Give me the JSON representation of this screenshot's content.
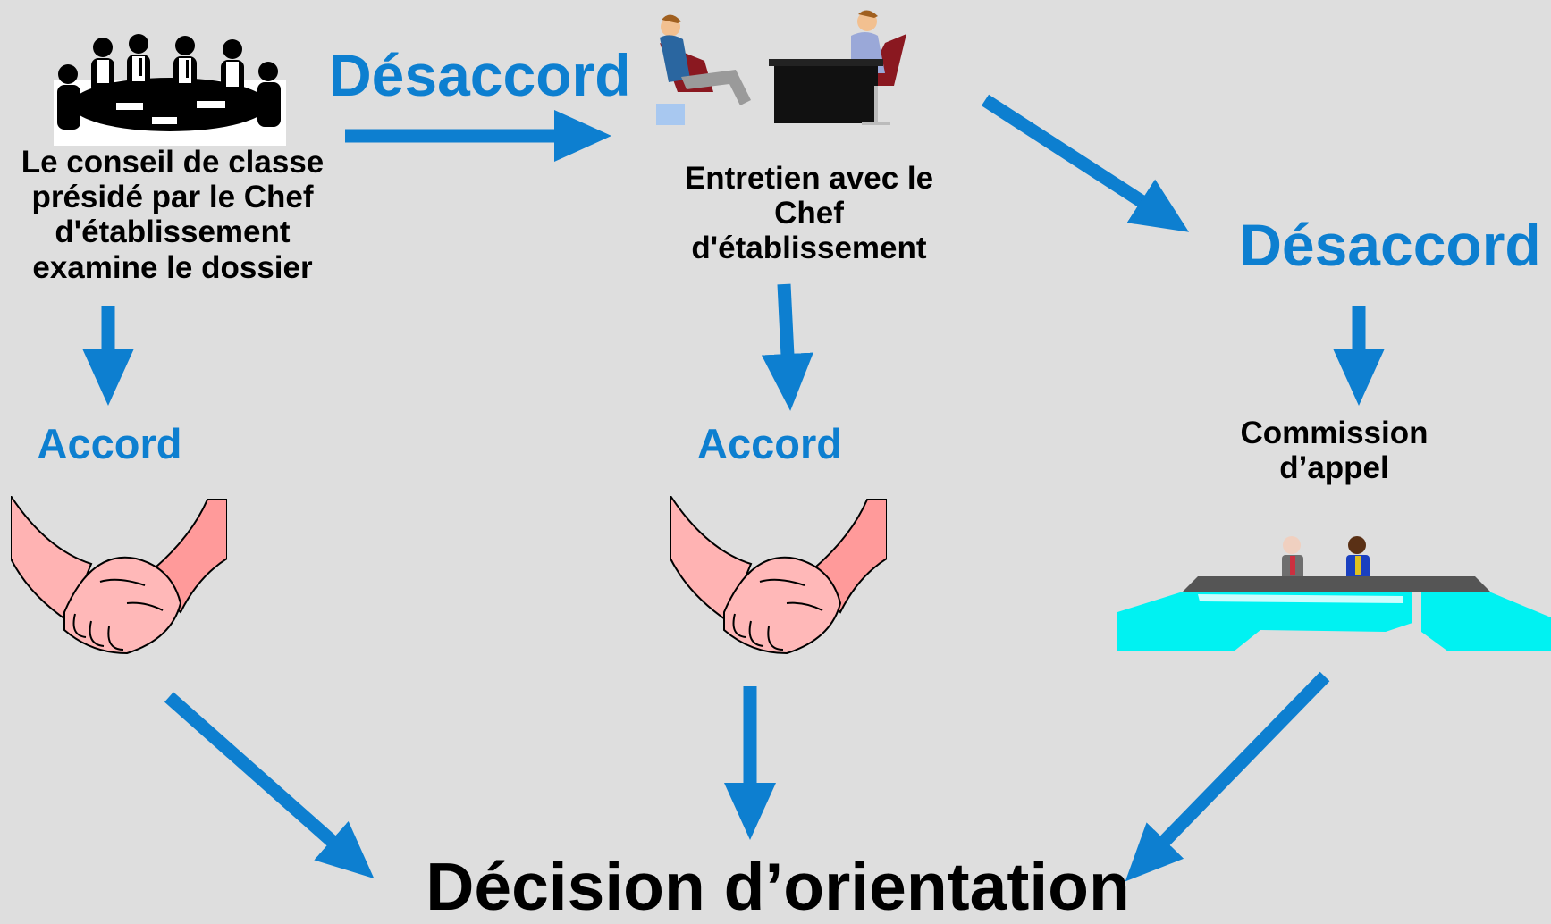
{
  "nodes": {
    "conseil": "Le conseil de classe présidé par le Chef d'établissement examine le dossier",
    "desaccord_1": "Désaccord",
    "entretien": "Entretien avec le Chef d'établissement",
    "desaccord_2": "Désaccord",
    "accord_1": "Accord",
    "accord_2": "Accord",
    "commission": "Commission d’appel",
    "decision": "Décision d’orientation"
  },
  "colors": {
    "arrow": "#0d7fd0",
    "text_accent": "#0d7fd0",
    "background": "#dedede"
  },
  "icons": [
    "meeting-icon",
    "interview-icon",
    "handshake-icon",
    "handshake-icon",
    "appeal-panel-icon"
  ]
}
